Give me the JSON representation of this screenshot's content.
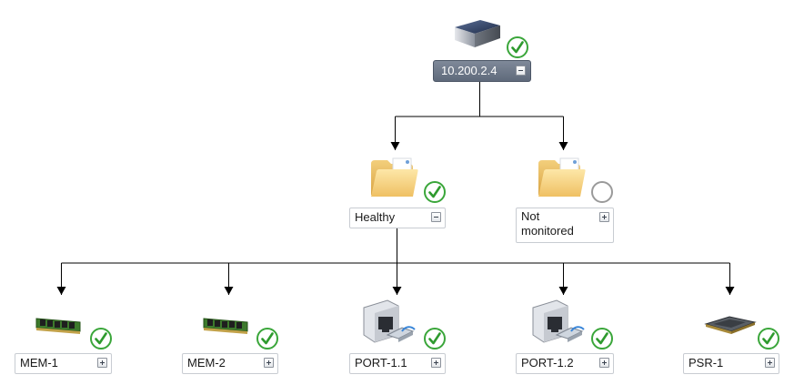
{
  "colors": {
    "connector": "#000000",
    "status_ok": "#3aa63a",
    "status_unknown": "#9a9a9a",
    "root_label_bg": "#6b7586"
  },
  "root": {
    "label": "10.200.2.4",
    "icon": "server-box-icon",
    "status": "ok",
    "toggle": "collapse"
  },
  "groups": [
    {
      "label": "Healthy",
      "icon": "folder-icon",
      "status": "ok",
      "toggle": "collapse"
    },
    {
      "label": "Not\nmonitored",
      "icon": "folder-icon",
      "status": "not-monitored",
      "toggle": "expand"
    }
  ],
  "components": [
    {
      "label": "MEM-1",
      "icon": "memory-module-icon",
      "status": "ok",
      "toggle": "expand"
    },
    {
      "label": "MEM-2",
      "icon": "memory-module-icon",
      "status": "ok",
      "toggle": "expand"
    },
    {
      "label": "PORT-1.1",
      "icon": "network-port-icon",
      "status": "ok",
      "toggle": "expand"
    },
    {
      "label": "PORT-1.2",
      "icon": "network-port-icon",
      "status": "ok",
      "toggle": "expand"
    },
    {
      "label": "PSR-1",
      "icon": "processor-chip-icon",
      "status": "ok",
      "toggle": "expand"
    }
  ]
}
